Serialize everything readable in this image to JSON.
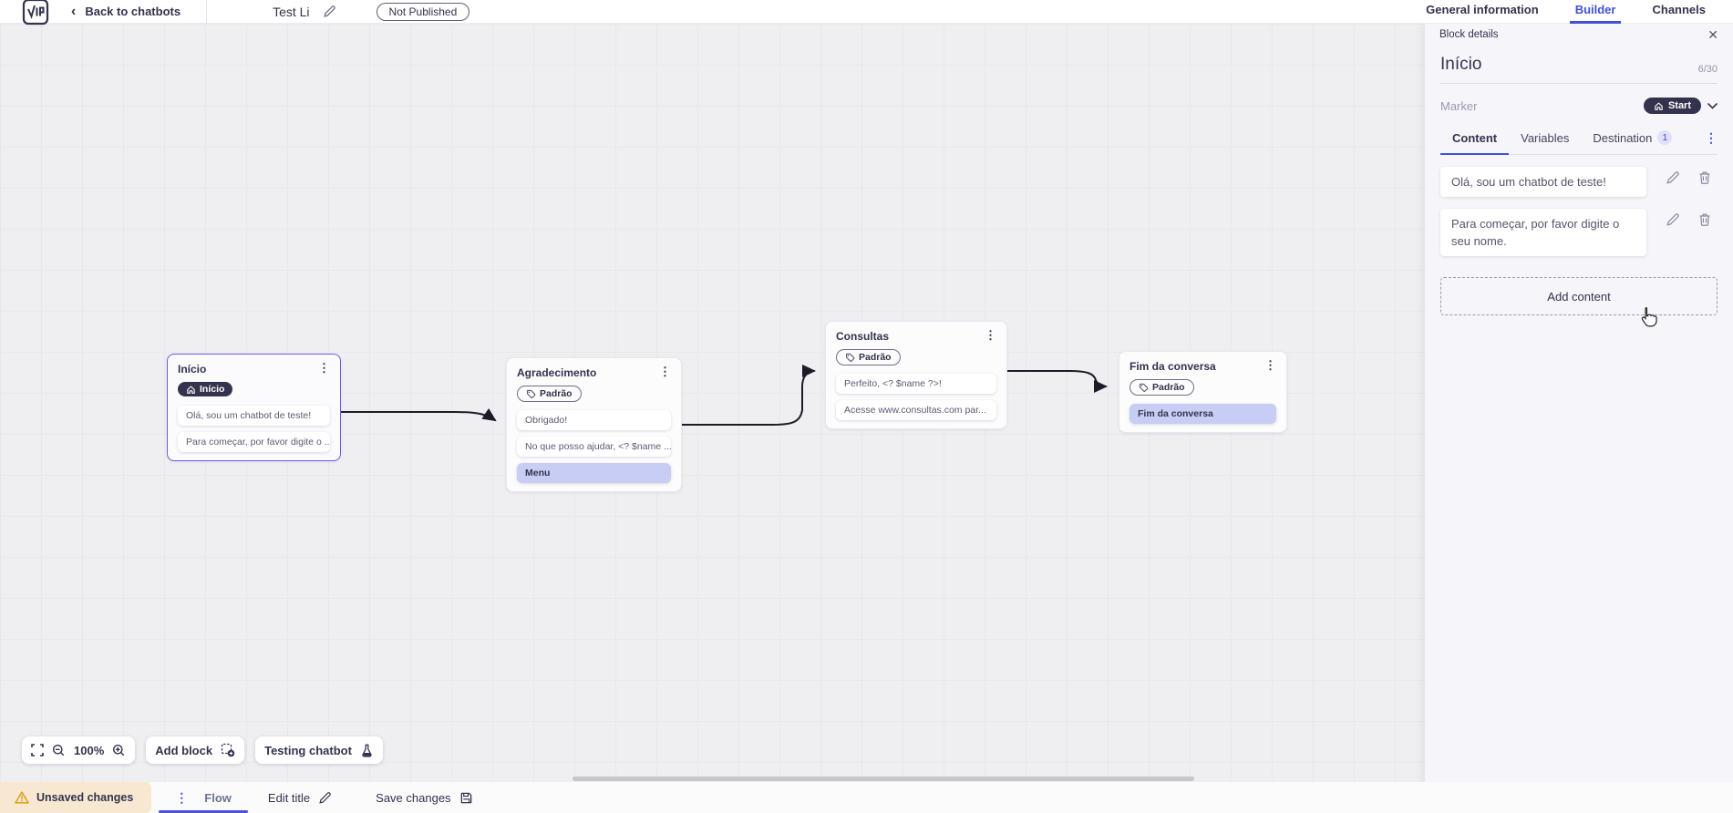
{
  "colors": {
    "accent": "#4250d9",
    "dark": "#33334d",
    "selected_border": "#6d5ce8",
    "highlight_item": "#c7cdf4",
    "warning_bg": "#f8e8d2",
    "panel_bg": "#f6f5fa"
  },
  "header": {
    "back_label": "Back to chatbots",
    "title": "Test Li",
    "status_badge": "Not Published",
    "tabs": [
      {
        "label": "General information",
        "active": false
      },
      {
        "label": "Builder",
        "active": true
      },
      {
        "label": "Channels",
        "active": false
      }
    ]
  },
  "panel": {
    "bar_title": "Block details",
    "close_icon": "✕",
    "block_name": "Início",
    "name_counter": "6/30",
    "marker_label": "Marker",
    "marker_value": "Start",
    "tabs": [
      {
        "label": "Content",
        "active": true
      },
      {
        "label": "Variables",
        "active": false
      },
      {
        "label": "Destination",
        "active": false,
        "badge": "1"
      }
    ],
    "contents": [
      "Olá, sou um chatbot de teste!",
      "Para começar, por favor digite o seu nome."
    ],
    "add_content_label": "Add content"
  },
  "canvas": {
    "blocks": [
      {
        "title": "Início",
        "badge": "Início",
        "selected": true,
        "items": [
          {
            "text": "Olá, sou um chatbot de teste!"
          },
          {
            "text": "Para começar, por favor digite o ..."
          }
        ]
      },
      {
        "title": "Agradecimento",
        "badge": "Padrão",
        "selected": false,
        "items": [
          {
            "text": "Obrigado!"
          },
          {
            "text": "No que posso ajudar, <? $name ..."
          },
          {
            "text": "Menu",
            "highlight": true
          }
        ]
      },
      {
        "title": "Consultas",
        "badge": "Padrão",
        "selected": false,
        "items": [
          {
            "text": "Perfeito, <? $name ?>!"
          },
          {
            "text": "Acesse www.consultas.com par..."
          }
        ]
      },
      {
        "title": "Fim da conversa",
        "badge": "Padrão",
        "selected": false,
        "items": [
          {
            "text": "Fim da conversa",
            "highlight": true
          }
        ]
      }
    ],
    "controls": {
      "zoom_level": "100%",
      "add_block_label": "Add block",
      "testing_label": "Testing chatbot"
    }
  },
  "footer": {
    "unsaved_label": "Unsaved changes",
    "flow_tab": "Flow",
    "edit_title_label": "Edit title",
    "save_label": "Save changes"
  }
}
